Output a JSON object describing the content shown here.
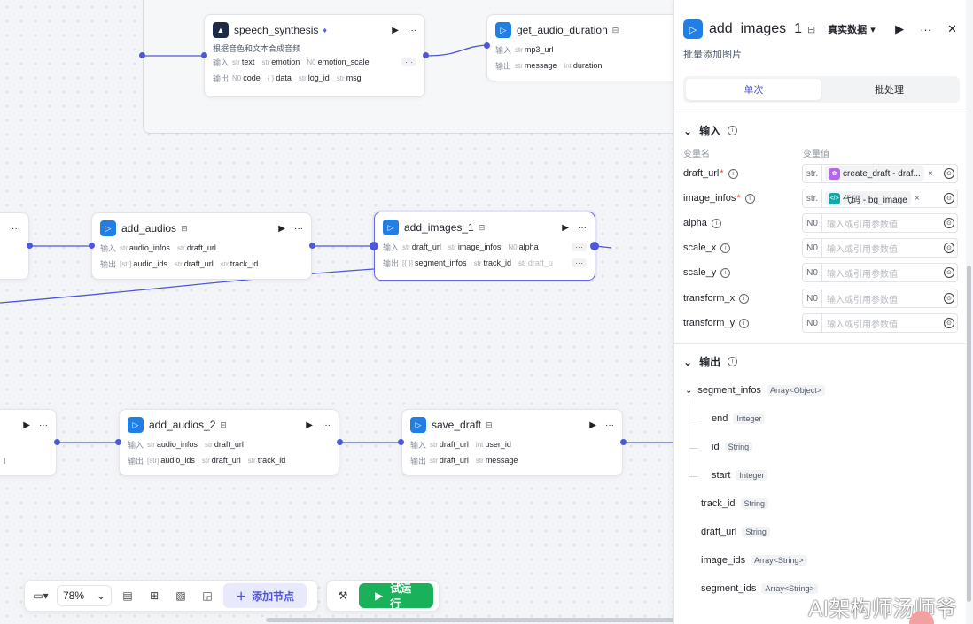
{
  "canvas": {
    "nodes": {
      "speech_synthesis": {
        "title": "speech_synthesis",
        "badge": "♦",
        "desc": "根据音色和文本合成音频",
        "in_label": "输入",
        "out_label": "输出",
        "inputs": [
          {
            "t": "str",
            "n": "text"
          },
          {
            "t": "str",
            "n": "emotion"
          },
          {
            "t": "N0",
            "n": "emotion_scale"
          }
        ],
        "outputs": [
          {
            "t": "N0",
            "n": "code"
          },
          {
            "t": "{ }",
            "n": "data"
          },
          {
            "t": "str",
            "n": "log_id"
          },
          {
            "t": "str",
            "n": "msg"
          }
        ],
        "more": "···"
      },
      "get_audio_duration": {
        "title": "get_audio_duration",
        "badge": "⊟",
        "in_label": "输入",
        "out_label": "输出",
        "inputs": [
          {
            "t": "str",
            "n": "mp3_url"
          }
        ],
        "outputs": [
          {
            "t": "str",
            "n": "message"
          },
          {
            "t": "int",
            "n": "duration"
          }
        ]
      },
      "add_audios": {
        "title": "add_audios",
        "badge": "⊟",
        "in_label": "输入",
        "out_label": "输出",
        "inputs": [
          {
            "t": "str",
            "n": "audio_infos"
          },
          {
            "t": "str",
            "n": "draft_url"
          }
        ],
        "outputs": [
          {
            "t": "[str]",
            "n": "audio_ids"
          },
          {
            "t": "str",
            "n": "draft_url"
          },
          {
            "t": "str",
            "n": "track_id"
          }
        ]
      },
      "add_images_1": {
        "title": "add_images_1",
        "badge": "⊟",
        "in_label": "输入",
        "out_label": "输出",
        "inputs": [
          {
            "t": "str",
            "n": "draft_url"
          },
          {
            "t": "str",
            "n": "image_infos"
          },
          {
            "t": "N0",
            "n": "alpha"
          }
        ],
        "outputs": [
          {
            "t": "[{ }]",
            "n": "segment_infos"
          },
          {
            "t": "str",
            "n": "track_id"
          },
          {
            "t": "str",
            "n": "draft_u"
          }
        ],
        "more": "···"
      },
      "add_audios_2": {
        "title": "add_audios_2",
        "badge": "⊟",
        "in_label": "输入",
        "out_label": "输出",
        "inputs": [
          {
            "t": "str",
            "n": "audio_infos"
          },
          {
            "t": "str",
            "n": "draft_url"
          }
        ],
        "outputs": [
          {
            "t": "[str]",
            "n": "audio_ids"
          },
          {
            "t": "str",
            "n": "draft_url"
          },
          {
            "t": "str",
            "n": "track_id"
          }
        ]
      },
      "save_draft": {
        "title": "save_draft",
        "badge": "⊟",
        "in_label": "输入",
        "out_label": "输出",
        "inputs": [
          {
            "t": "str",
            "n": "draft_url"
          },
          {
            "t": "int",
            "n": "user_id"
          }
        ],
        "outputs": [
          {
            "t": "str",
            "n": "draft_url"
          },
          {
            "t": "str",
            "n": "message"
          }
        ]
      },
      "left_partial_top": {
        "trailing": "···"
      },
      "left_partial_bottom": {
        "trailing": "···",
        "tail": "l"
      }
    },
    "play_icon": "▶",
    "menu_icon": "···"
  },
  "toolbar": {
    "zoom": "78%",
    "add_node": "添加节点",
    "run": "试运行"
  },
  "panel": {
    "title": "add_images_1",
    "sub_icon": "⊟",
    "mode": "真实数据",
    "desc": "批量添加图片",
    "tabs": [
      "单次",
      "批处理"
    ],
    "input_section": "输入",
    "col_name": "变量名",
    "col_value": "变量值",
    "inputs": [
      {
        "name": "draft_url",
        "required": true,
        "type": "str.",
        "ref": "create_draft - draf...",
        "ref_icon": "✿"
      },
      {
        "name": "image_infos",
        "required": true,
        "type": "str.",
        "ref": "代码 - bg_image",
        "ref_icon": "</>"
      },
      {
        "name": "alpha",
        "required": false,
        "type": "N0",
        "placeholder": "输入或引用参数值"
      },
      {
        "name": "scale_x",
        "required": false,
        "type": "N0",
        "placeholder": "输入或引用参数值"
      },
      {
        "name": "scale_y",
        "required": false,
        "type": "N0",
        "placeholder": "输入或引用参数值"
      },
      {
        "name": "transform_x",
        "required": false,
        "type": "N0",
        "placeholder": "输入或引用参数值"
      },
      {
        "name": "transform_y",
        "required": false,
        "type": "N0",
        "placeholder": "输入或引用参数值"
      }
    ],
    "output_section": "输出",
    "outputs": {
      "segment_infos": {
        "name": "segment_infos",
        "type": "Array<Object>"
      },
      "children": [
        {
          "name": "end",
          "type": "Integer"
        },
        {
          "name": "id",
          "type": "String"
        },
        {
          "name": "start",
          "type": "Integer"
        }
      ],
      "rest": [
        {
          "name": "track_id",
          "type": "String"
        },
        {
          "name": "draft_url",
          "type": "String"
        },
        {
          "name": "image_ids",
          "type": "Array<String>"
        },
        {
          "name": "segment_ids",
          "type": "Array<String>"
        }
      ]
    }
  },
  "watermark": "AI架构师汤师爷",
  "colors": {
    "accent": "#4f57d9",
    "run": "#19b25a",
    "node_icon": "#1f7fe5"
  }
}
